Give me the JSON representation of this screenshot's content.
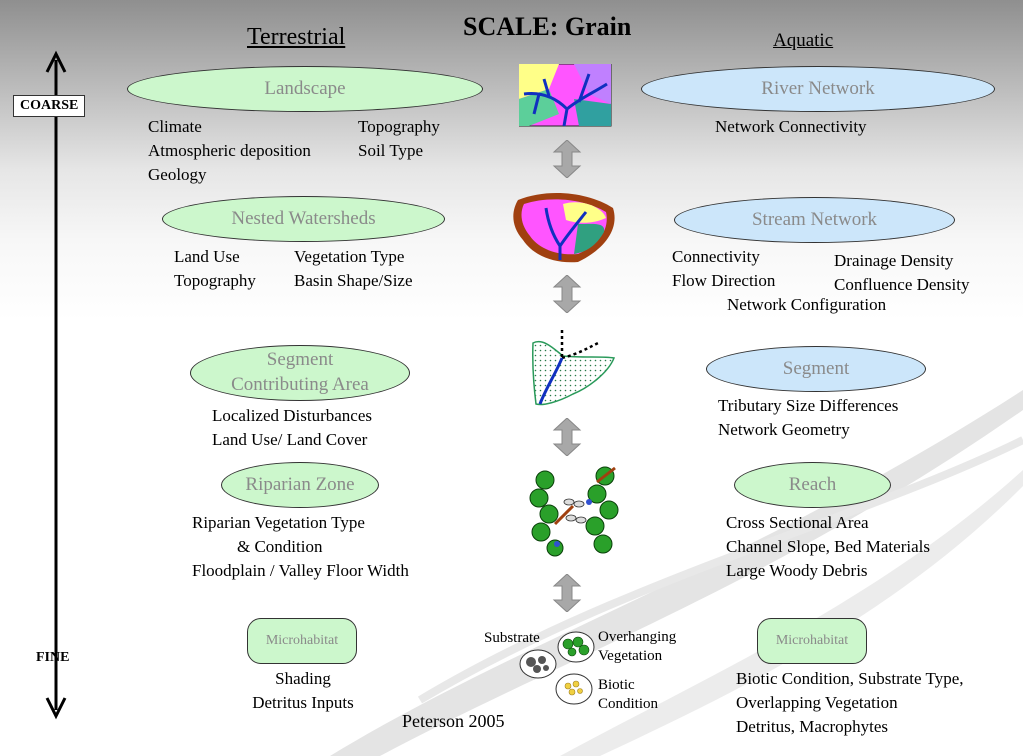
{
  "title": "SCALE: Grain",
  "columns": {
    "terrestrial": "Terrestrial",
    "aquatic": "Aquatic"
  },
  "scale_axis": {
    "coarse": "COARSE",
    "fine": "FINE"
  },
  "terrestrial": {
    "landscape": {
      "label": "Landscape",
      "factors_left": [
        "Climate",
        "Atmospheric deposition",
        "Geology"
      ],
      "factors_right": [
        "Topography",
        "Soil Type"
      ]
    },
    "nested_watersheds": {
      "label": "Nested Watersheds",
      "factors_left": [
        "Land Use",
        "Topography"
      ],
      "factors_right": [
        "Vegetation Type",
        "Basin Shape/Size"
      ]
    },
    "segment_area": {
      "label_line1": "Segment",
      "label_line2": "Contributing Area",
      "factors": [
        "Localized Disturbances",
        "Land Use/ Land Cover"
      ]
    },
    "riparian_zone": {
      "label": "Riparian Zone",
      "factors": [
        "Riparian Vegetation Type",
        "& Condition",
        "Floodplain / Valley Floor Width"
      ]
    },
    "microhabitat": {
      "label": "Microhabitat",
      "factors": [
        "Shading",
        "Detritus Inputs"
      ]
    }
  },
  "aquatic": {
    "river_network": {
      "label": "River Network",
      "factors": [
        "Network Connectivity"
      ]
    },
    "stream_network": {
      "label": "Stream Network",
      "factors_left": [
        "Connectivity",
        "Flow Direction"
      ],
      "factors_right": [
        "Drainage Density",
        "Confluence Density"
      ],
      "factors_bottom": "Network Configuration"
    },
    "segment": {
      "label": "Segment",
      "factors": [
        "Tributary Size Differences",
        "Network Geometry"
      ]
    },
    "reach": {
      "label": "Reach",
      "factors": [
        "Cross Sectional Area",
        "Channel Slope, Bed Materials",
        "Large Woody Debris"
      ]
    },
    "microhabitat": {
      "label": "Microhabitat",
      "factors": [
        "Biotic Condition, Substrate Type,",
        "Overlapping Vegetation",
        "Detritus, Macrophytes"
      ]
    }
  },
  "micro_legend": {
    "substrate": "Substrate",
    "overhanging_1": "Overhanging",
    "overhanging_2": "Vegetation",
    "biotic_1": "Biotic",
    "biotic_2": "Condition"
  },
  "credit": "Peterson 2005",
  "colors": {
    "terrestrial_fill": "#ccf7cc",
    "aquatic_fill": "#cce6fa",
    "label_text": "#8a8a8a",
    "arrow": "#a8a8a8"
  }
}
